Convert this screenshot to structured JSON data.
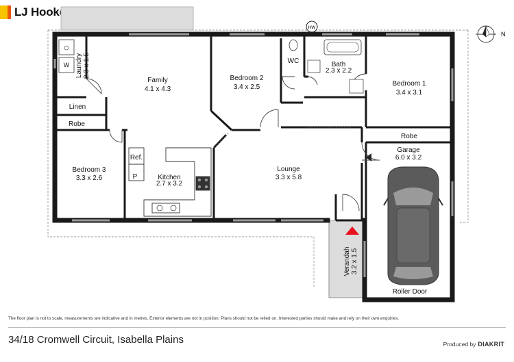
{
  "brand": {
    "name": "LJ Hooker",
    "colors": {
      "yellow": "#f8c300",
      "orange": "#e8590c"
    }
  },
  "plan": {
    "hot_water": "HW",
    "north": "N",
    "rooms": {
      "family": {
        "name": "Family",
        "dims": "4.1 x 4.3"
      },
      "bedroom2": {
        "name": "Bedroom 2",
        "dims": "3.4 x 2.5"
      },
      "wc": {
        "name": "WC"
      },
      "bath": {
        "name": "Bath",
        "dims": "2.3 x 2.2"
      },
      "bedroom1": {
        "name": "Bedroom 1",
        "dims": "3.4 x 3.1"
      },
      "laundry": {
        "name": "Laundry",
        "dims": "2.3 x 1.5"
      },
      "washer": {
        "name": "W"
      },
      "linen": {
        "name": "Linen"
      },
      "robe_left": {
        "name": "Robe"
      },
      "robe_right": {
        "name": "Robe"
      },
      "bedroom3": {
        "name": "Bedroom 3",
        "dims": "3.3 x 2.6"
      },
      "kitchen": {
        "name": "Kitchen",
        "dims": "2.7 x 3.2"
      },
      "fridge": {
        "name": "Ref."
      },
      "pantry": {
        "name": "P"
      },
      "lounge": {
        "name": "Lounge",
        "dims": "3.3 x 5.8"
      },
      "garage": {
        "name": "Garage",
        "dims": "6.0 x 3.2"
      },
      "verandah": {
        "name": "Verandah",
        "dims": "3.2 x 1.5"
      },
      "roller_door": {
        "name": "Roller Door"
      }
    },
    "entry_marker_color": "#e8101a"
  },
  "footer": {
    "disclaimer": "The floor plan is not to scale, measurements are indicative and in metres. Exterior elements are not in position. Plans should not be relied on. Interested parties should make and rely on their own enquiries.",
    "address": "34/18 Cromwell Circuit, Isabella Plains",
    "produced_by": "Produced by",
    "producer": "DIAKRIT"
  }
}
